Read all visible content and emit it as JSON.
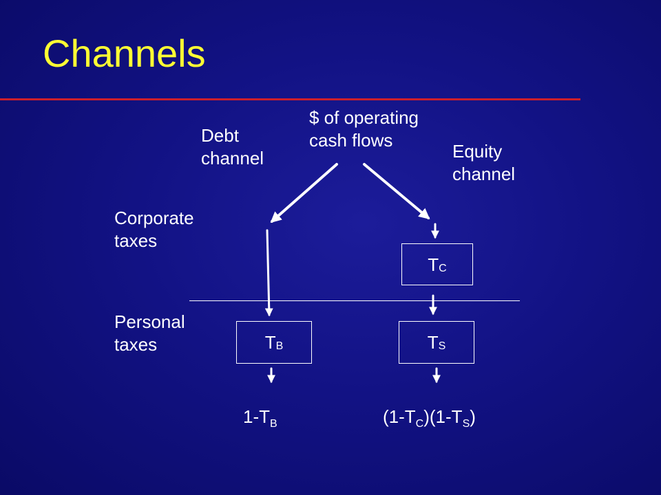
{
  "slide": {
    "title": "Channels"
  },
  "labels": {
    "source_line1": "$ of operating",
    "source_line2": "cash flows",
    "debt_line1": "Debt",
    "debt_line2": "channel",
    "equity_line1": "Equity",
    "equity_line2": "channel",
    "corporate_line1": "Corporate",
    "corporate_line2": "taxes",
    "personal_line1": "Personal",
    "personal_line2": "taxes"
  },
  "boxes": {
    "tc": {
      "main": "T",
      "sub": "C"
    },
    "tb": {
      "main": "T",
      "sub": "B"
    },
    "ts": {
      "main": "T",
      "sub": "S"
    }
  },
  "results": {
    "debt": {
      "part1": "1-T",
      "sub1": "B"
    },
    "equity": {
      "part1": "(1-T",
      "sub1": "C",
      "part2": ")(1-T",
      "sub2": "S",
      "part3": ")"
    }
  },
  "colors": {
    "title": "#ffff33",
    "title_rule": "#cc1f2b",
    "background": "#121284",
    "foreground": "#ffffff"
  }
}
